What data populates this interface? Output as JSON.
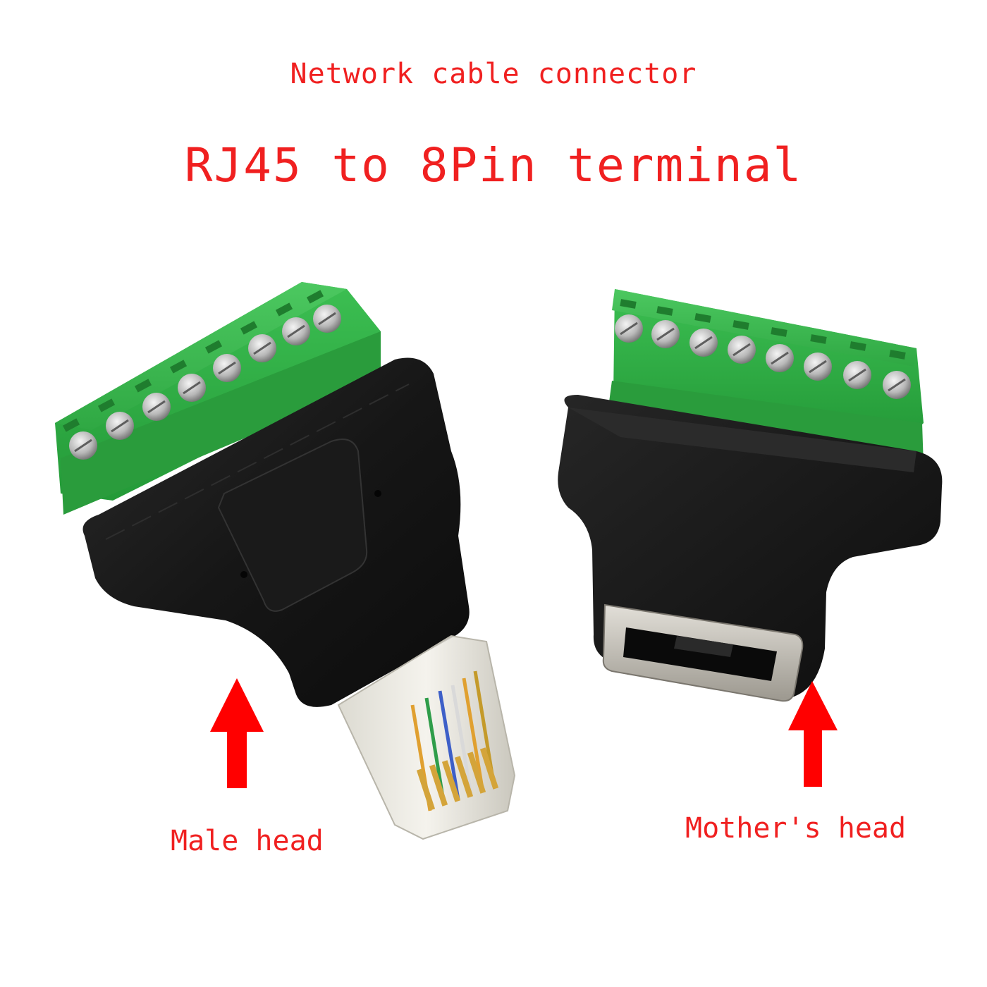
{
  "header": {
    "subtitle": "Network cable connector",
    "title": "RJ45 to 8Pin terminal"
  },
  "labels": {
    "male": "Male head",
    "female": "Mother's head"
  },
  "colors": {
    "text_red": "#f02020",
    "arrow_red": "#ff0000",
    "terminal_green": "#33b54a",
    "housing_black": "#1c1c1c",
    "shield_metal": "#c9c6c0"
  },
  "products": [
    {
      "name": "RJ45 male plug to 8-pin screw terminal",
      "pins": 8
    },
    {
      "name": "RJ45 female jack to 8-pin screw terminal",
      "pins": 8
    }
  ]
}
